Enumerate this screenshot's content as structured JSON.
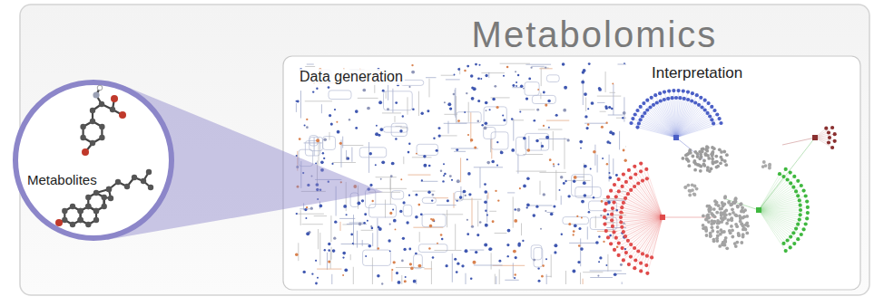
{
  "diagram": {
    "title": "Metabolomics",
    "nodes": [
      {
        "text": [
          "Metabolites"
        ]
      },
      {
        "text": [
          "Data generation",
          "Interpretation"
        ]
      }
    ],
    "edges": [
      {
        "from": 0,
        "to": 1,
        "arrow": "none"
      }
    ]
  }
}
